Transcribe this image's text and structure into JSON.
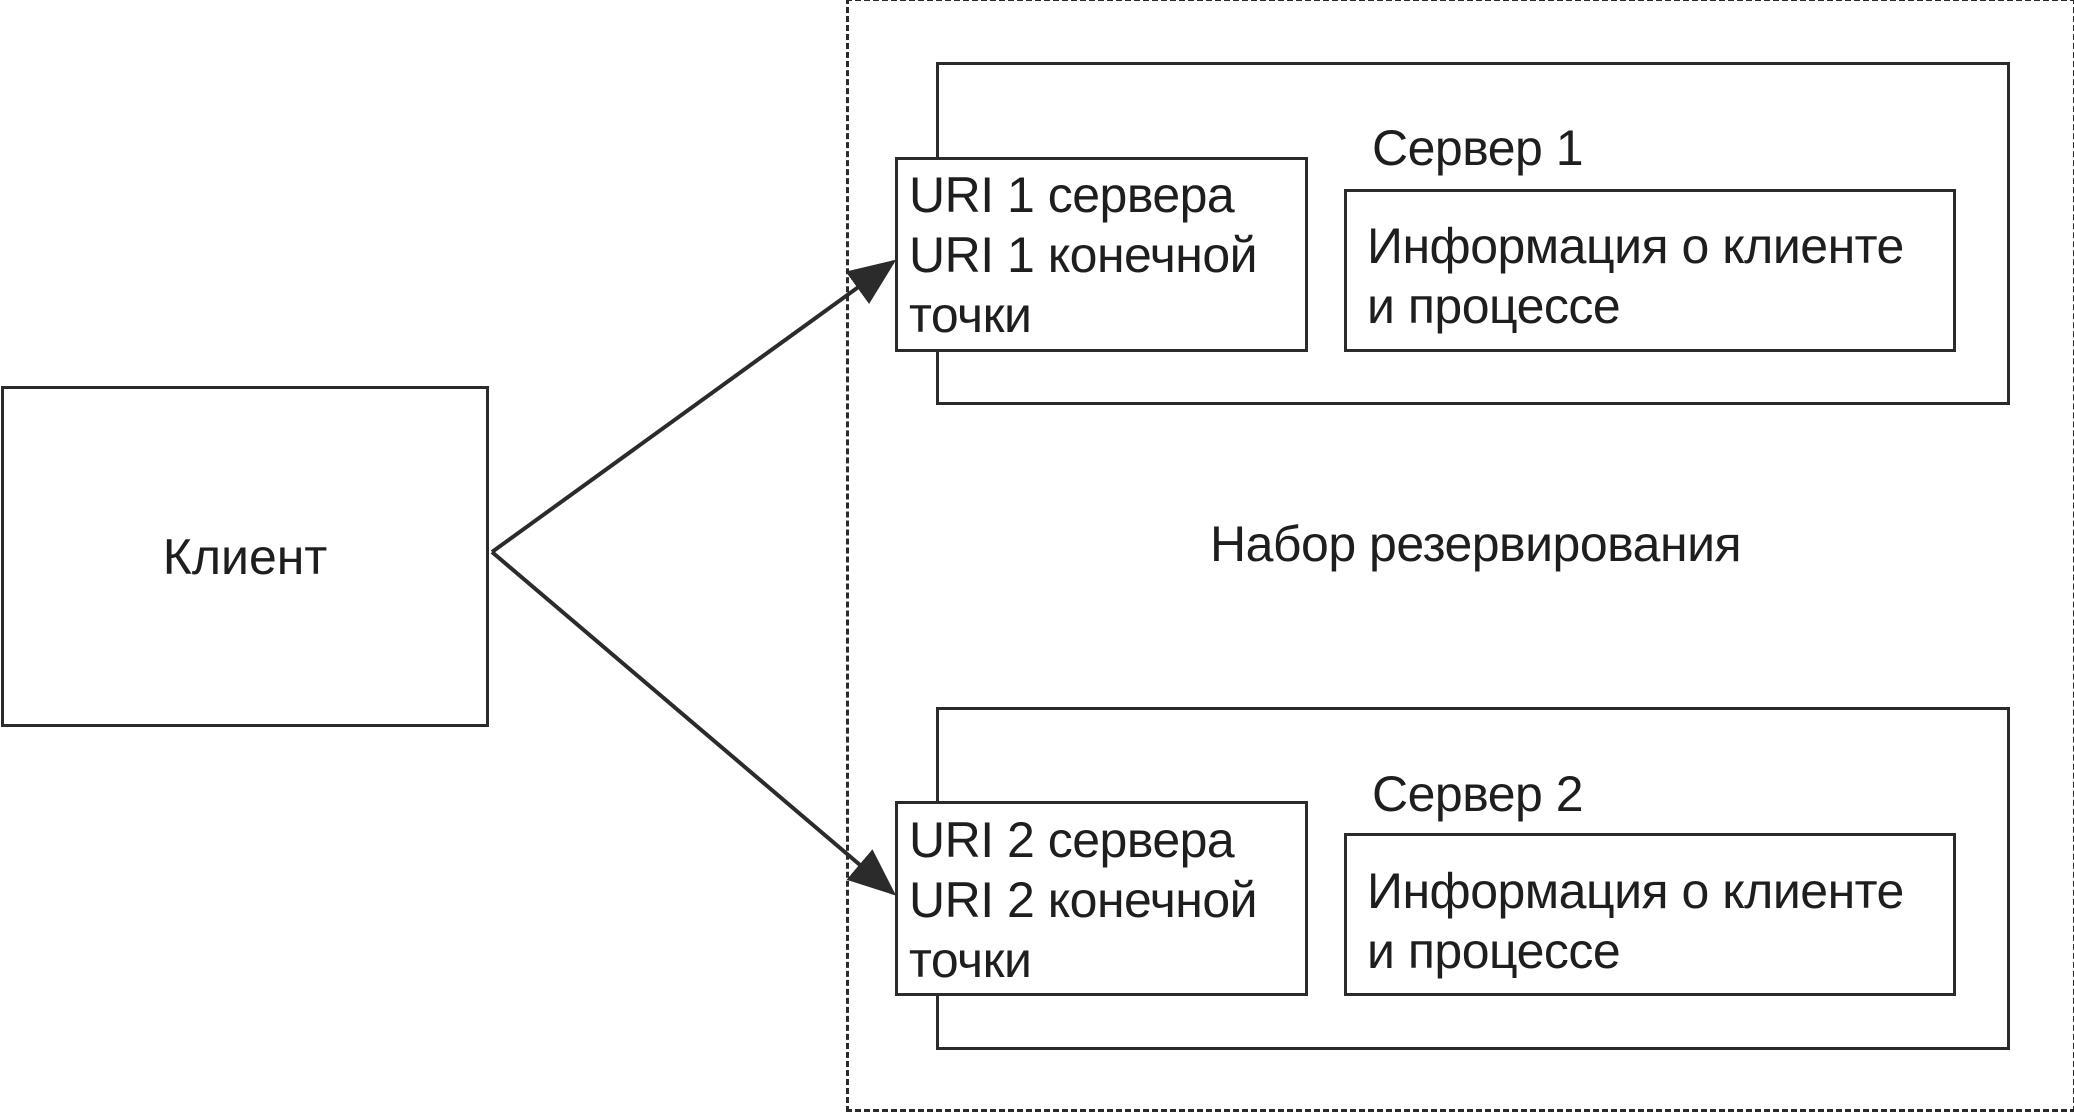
{
  "client": {
    "label": "Клиент"
  },
  "redundancy_set": {
    "label": "Набор резервирования"
  },
  "servers": [
    {
      "title": "Сервер 1",
      "uri_lines": [
        "URI 1 сервера",
        "URI 1 конечной",
        "точки"
      ],
      "info_lines": [
        "Информация о клиенте",
        "и процессе"
      ]
    },
    {
      "title": "Сервер 2",
      "uri_lines": [
        "URI 2 сервера",
        "URI 2 конечной",
        "точки"
      ],
      "info_lines": [
        "Информация о клиенте",
        "и процессе"
      ]
    }
  ],
  "colors": {
    "stroke": "#2b2b2b",
    "text": "#1e1e1e",
    "background": "#ffffff"
  }
}
